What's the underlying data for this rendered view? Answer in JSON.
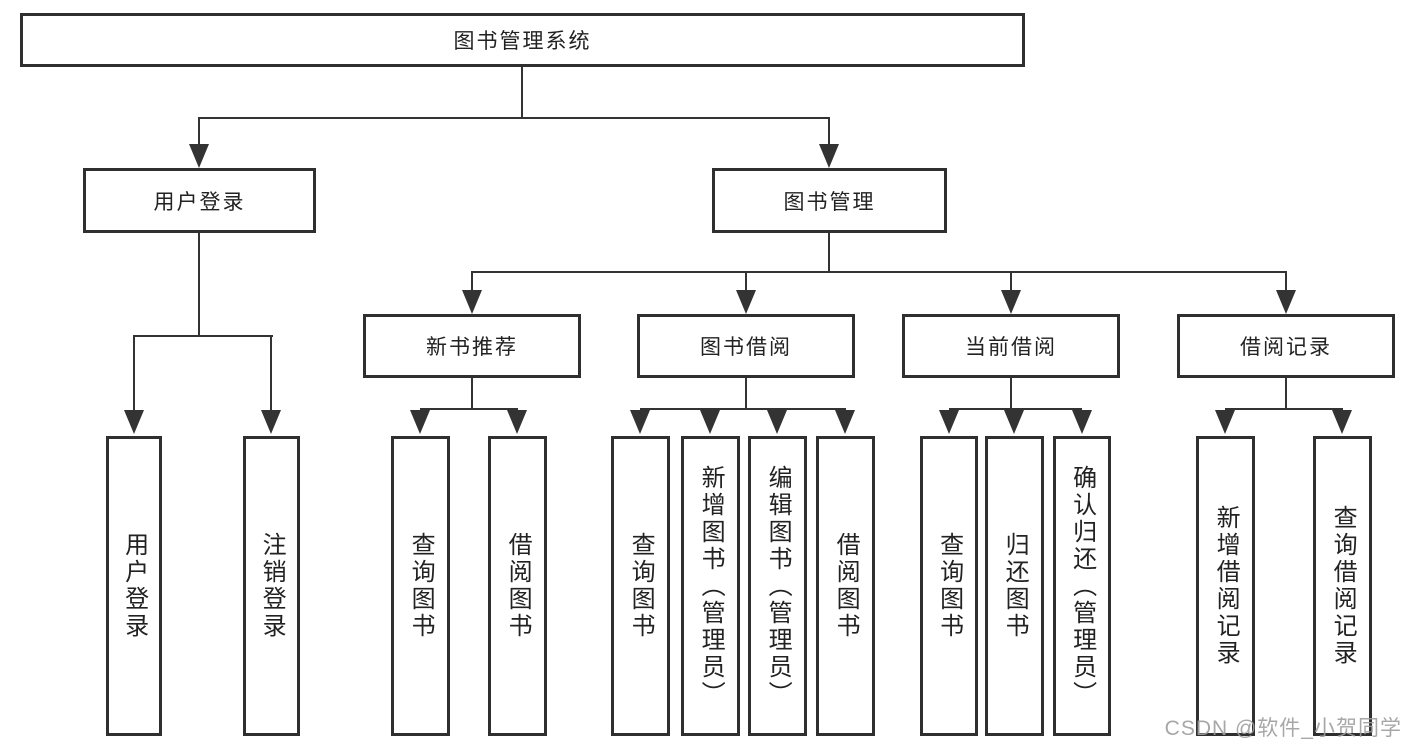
{
  "colors": {
    "background": "#ffffff",
    "line": "#333333",
    "text": "#222222",
    "watermark_text": "#9e9e9e"
  },
  "nodes": {
    "root": "图书管理系统",
    "level2": [
      "用户登录",
      "图书管理"
    ],
    "level3": [
      "新书推荐",
      "图书借阅",
      "当前借阅",
      "借阅记录"
    ],
    "leaves": [
      "用户登录",
      "注销登录",
      "查询图书",
      "借阅图书",
      "查询图书",
      "新增图书（管理员）",
      "编辑图书（管理员）",
      "借阅图书",
      "查询图书",
      "归还图书",
      "确认归还（管理员）",
      "新增借阅记录",
      "查询借阅记录"
    ]
  },
  "watermark": {
    "text": "CSDN @软件_小贺同学"
  }
}
